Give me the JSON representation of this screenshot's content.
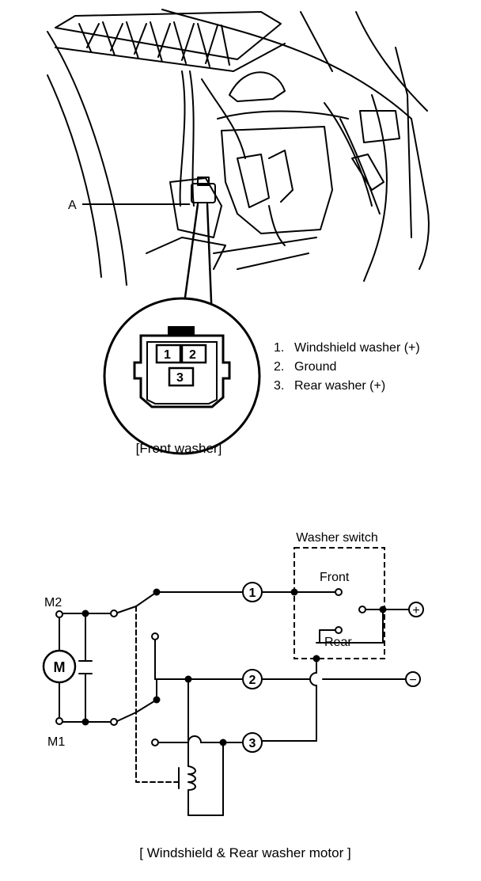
{
  "callout": {
    "label": "A"
  },
  "connector": {
    "pins": [
      "1",
      "2",
      "3"
    ]
  },
  "legend": [
    {
      "index": "1.",
      "text": "Windshield washer (+)"
    },
    {
      "index": "2.",
      "text": "Ground"
    },
    {
      "index": "3.",
      "text": "Rear washer (+)"
    }
  ],
  "captions": {
    "front": "[Front washer]",
    "circuit": "[ Windshield & Rear washer motor ]"
  },
  "circuit": {
    "switch_title": "Washer switch",
    "front_label": "Front",
    "rear_label": "Rear",
    "motor_label": "M",
    "m2_label": "M2",
    "m1_label": "M1",
    "terminals": [
      "1",
      "2",
      "3"
    ],
    "plus": "+",
    "minus": "−"
  }
}
